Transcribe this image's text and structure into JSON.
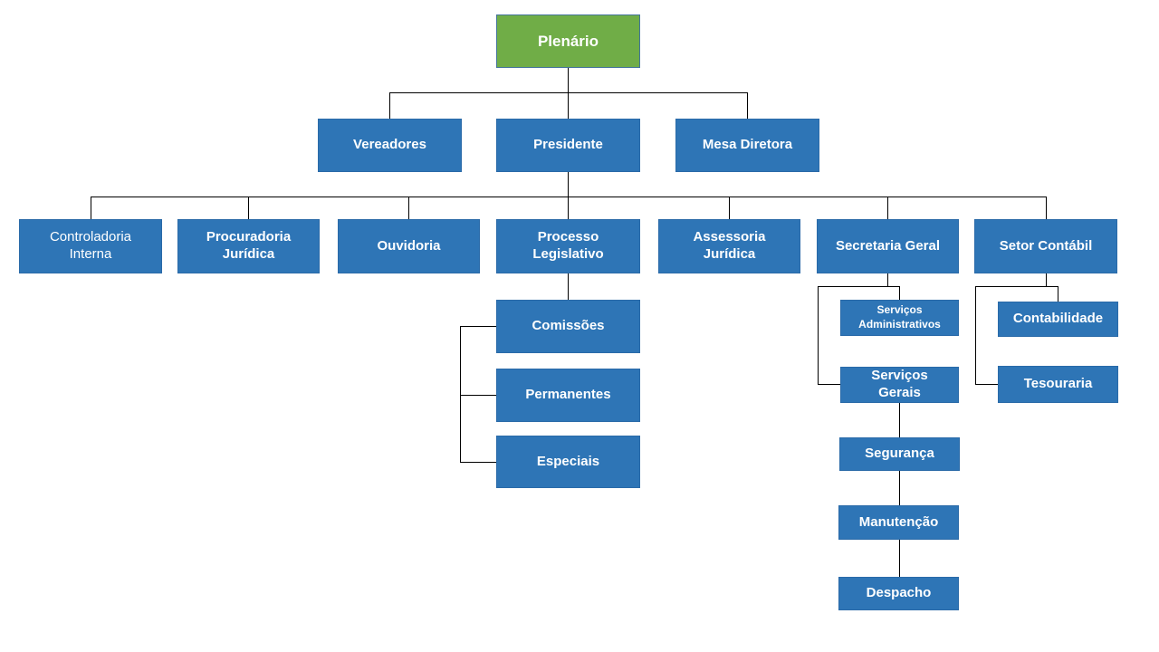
{
  "colors": {
    "root_fill": "#70AD47",
    "root_border": "#44749C",
    "node_fill": "#2E75B6",
    "node_border": "#2A6AA8",
    "node_text": "#FFFFFF",
    "line_color": "#000000"
  },
  "nodes": {
    "plenario": "Plenário",
    "vereadores": "Vereadores",
    "presidente": "Presidente",
    "mesa_diretora": "Mesa Diretora",
    "controladoria_interna": "Controladoria\nInterna",
    "procuradoria_juridica": "Procuradoria\nJurídica",
    "ouvidoria": "Ouvidoria",
    "processo_legislativo": "Processo\nLegislativo",
    "assessoria_juridica": "Assessoria\nJurídica",
    "secretaria_geral": "Secretaria Geral",
    "setor_contabil": "Setor Contábil",
    "comissoes": "Comissões",
    "permanentes": "Permanentes",
    "especiais": "Especiais",
    "servicos_administrativos": "Serviços\nAdministrativos",
    "servicos_gerais": "Serviços\nGerais",
    "seguranca": "Segurança",
    "manutencao": "Manutenção",
    "despacho": "Despacho",
    "contabilidade": "Contabilidade",
    "tesouraria": "Tesouraria"
  },
  "structure": {
    "Plenário": [
      "Vereadores",
      "Presidente",
      "Mesa Diretora"
    ],
    "Presidente": [
      "Controladoria Interna",
      "Procuradoria Jurídica",
      "Ouvidoria",
      "Processo Legislativo",
      "Assessoria Jurídica",
      "Secretaria Geral",
      "Setor Contábil"
    ],
    "Processo Legislativo": [
      "Comissões"
    ],
    "Comissões": [
      "Permanentes",
      "Especiais"
    ],
    "Secretaria Geral": [
      "Serviços Administrativos",
      "Serviços Gerais"
    ],
    "Serviços Gerais": [
      "Segurança"
    ],
    "Segurança": [
      "Manutenção"
    ],
    "Manutenção": [
      "Despacho"
    ],
    "Setor Contábil": [
      "Contabilidade",
      "Tesouraria"
    ]
  }
}
